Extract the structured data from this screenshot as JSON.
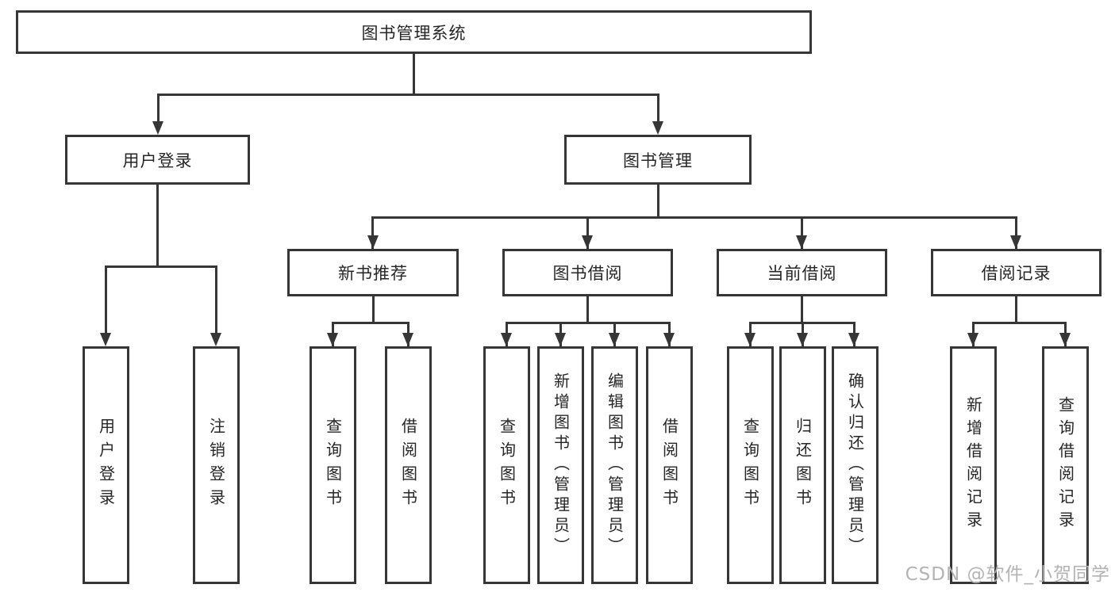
{
  "tree": {
    "label": "图书管理系统",
    "children": [
      {
        "label": "用户登录",
        "children": [
          {
            "label": "用户登录"
          },
          {
            "label": "注销登录"
          }
        ]
      },
      {
        "label": "图书管理",
        "children": [
          {
            "label": "新书推荐",
            "children": [
              {
                "label": "查询图书"
              },
              {
                "label": "借阅图书"
              }
            ]
          },
          {
            "label": "图书借阅",
            "children": [
              {
                "label": "查询图书"
              },
              {
                "label": "新增图书（管理员）"
              },
              {
                "label": "编辑图书（管理员）"
              },
              {
                "label": "借阅图书"
              }
            ]
          },
          {
            "label": "当前借阅",
            "children": [
              {
                "label": "查询图书"
              },
              {
                "label": "归还图书"
              },
              {
                "label": "确认归还（管理员）"
              }
            ]
          },
          {
            "label": "借阅记录",
            "children": [
              {
                "label": "新增借阅记录"
              },
              {
                "label": "查询借阅记录"
              }
            ]
          }
        ]
      }
    ]
  },
  "watermark": "CSDN @软件_小贺同学",
  "colors": {
    "line": "#363636",
    "box_border": "#363636",
    "text": "#262626",
    "watermark": "#b3b3b3",
    "background": "#ffffff"
  }
}
